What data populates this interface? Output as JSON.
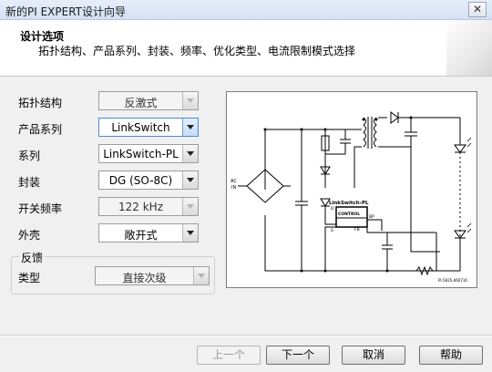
{
  "window": {
    "title": "新的PI EXPERT设计向导",
    "close_label": "✕"
  },
  "header": {
    "title": "设计选项",
    "subtitle": "拓扑结构、产品系列、封装、频率、优化类型、电流限制模式选择"
  },
  "form": {
    "topology": {
      "label": "拓扑结构",
      "value": "反激式",
      "enabled": false
    },
    "product_family": {
      "label": "产品系列",
      "value": "LinkSwitch",
      "enabled": true,
      "focused": true
    },
    "series": {
      "label": "系列",
      "value": "LinkSwitch-PL",
      "enabled": true
    },
    "package": {
      "label": "封装",
      "value": "DG (SO-8C)",
      "enabled": true
    },
    "frequency": {
      "label": "开关频率",
      "value": "122 kHz",
      "enabled": false
    },
    "enclosure": {
      "label": "外壳",
      "value": "敞开式",
      "enabled": true
    },
    "feedback": {
      "group_label": "反馈",
      "type_label": "类型",
      "type_value": "直接次级",
      "enabled": false
    }
  },
  "diagram": {
    "chip_name": "LinkSwitch-PL",
    "control_label": "CONTROL",
    "input_label_1": "AC",
    "input_label_2": "IN",
    "pin_d": "D",
    "pin_s": "S",
    "pin_bp": "BP",
    "pin_fb": "FB",
    "part_number": "PI-5835-060710"
  },
  "buttons": {
    "back": "上一个",
    "next": "下一个",
    "cancel": "取消",
    "help": "帮助"
  }
}
